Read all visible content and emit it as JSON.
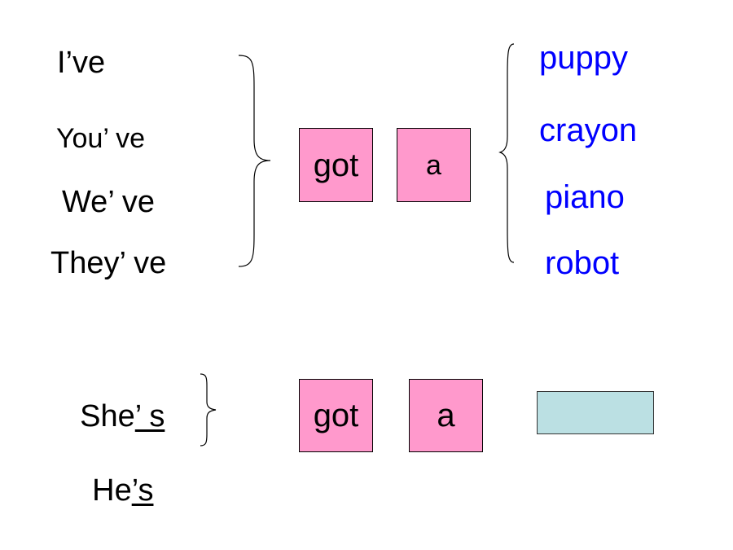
{
  "top_group": {
    "subjects": [
      "I’ve",
      "You’ ve",
      "We’ ve",
      "They’ ve"
    ],
    "verb": "got",
    "article": "a",
    "nouns": [
      "puppy",
      "crayon",
      "piano",
      "robot"
    ]
  },
  "bottom_group": {
    "subjects": [
      {
        "prefix": "She",
        "underlined": "’ s"
      },
      {
        "prefix": "He",
        "underlined": "’s"
      }
    ],
    "verb": "got",
    "article": "a",
    "blank": ""
  },
  "colors": {
    "word_box": "#ff99cc",
    "blank_box": "#bbe0e3",
    "noun_text": "#0000ff",
    "text": "#000000"
  }
}
